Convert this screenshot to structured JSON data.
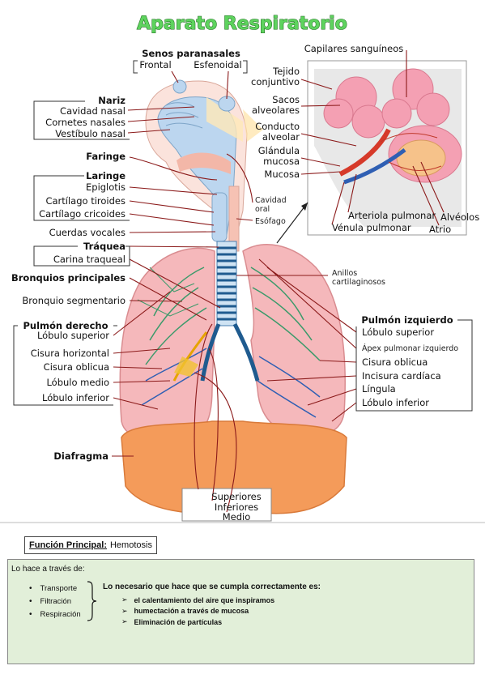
{
  "title": "Aparato Respiratorio",
  "head": {
    "senos": "Senos paranasales",
    "frontal": "Frontal",
    "esfenoidal": "Esfenoidal",
    "nariz": "Nariz",
    "cavidad_nasal": "Cavidad nasal",
    "cornetes": "Cornetes nasales",
    "vestibulo": "Vestíbulo nasal",
    "faringe": "Faringe",
    "laringe": "Laringe",
    "epiglotis": "Epiglotis",
    "tiroides": "Cartílago tiroides",
    "cricoides": "Cartílago cricoides",
    "cuerdas": "Cuerdas vocales",
    "traquea": "Tráquea",
    "carina": "Carina traqueal",
    "cavidad_oral_1": "Cavidad",
    "cavidad_oral_2": "oral",
    "esofago": "Esófago"
  },
  "alveoli": {
    "capilares": "Capilares sanguíneos",
    "tejido_1": "Tejido",
    "tejido_2": "conjuntivo",
    "sacos_1": "Sacos",
    "sacos_2": "alveolares",
    "conducto_1": "Conducto",
    "conducto_2": "alveolar",
    "glandula_1": "Glándula",
    "glandula_2": "mucosa",
    "mucosa": "Mucosa",
    "arteriola": "Arteriola pulmonar",
    "venula": "Vénula pulmonar",
    "alveolos": "Alvéolos",
    "atrio": "Atrio"
  },
  "lungs": {
    "bronquios": "Bronquios principales",
    "segmentario": "Bronquio segmentario",
    "anillos_1": "Anillos",
    "anillos_2": "cartilaginosos",
    "derecho": "Pulmón derecho",
    "r_superior": "Lóbulo superior",
    "r_horizontal": "Cisura horizontal",
    "r_oblicua": "Cisura oblicua",
    "r_medio": "Lóbulo medio",
    "r_inferior": "Lóbulo inferior",
    "izquierdo": "Pulmón izquierdo",
    "l_superior": "Lóbulo superior",
    "l_apex": "Ápex pulmonar izquierdo",
    "l_oblicua": "Cisura oblicua",
    "l_incisura": "Incisura cardíaca",
    "l_lingula": "Língula",
    "l_inferior": "Lóbulo inferior",
    "diafragma": "Diafragma",
    "superiores": "Superiores",
    "inferiores": "Inferiores",
    "medio": "Medio"
  },
  "colors": {
    "superiores": "#2e8b57",
    "inferiores": "#2f5fb3",
    "medio": "#e6a300",
    "title_fill": "#5ed35e",
    "box_bg": "#e2efd9"
  },
  "func": {
    "label": "Función Principal:",
    "value": "Hemotosis"
  },
  "notes": {
    "intro": "Lo hace a través de:",
    "methods": [
      "Transporte",
      "Filtración",
      "Respiración"
    ],
    "req_title": "Lo necesario que hace que se cumpla correctamente es:",
    "requirements": [
      "el calentamiento del aire que inspiramos",
      "humectación a través de mucosa",
      "Eliminación de partículas"
    ]
  }
}
